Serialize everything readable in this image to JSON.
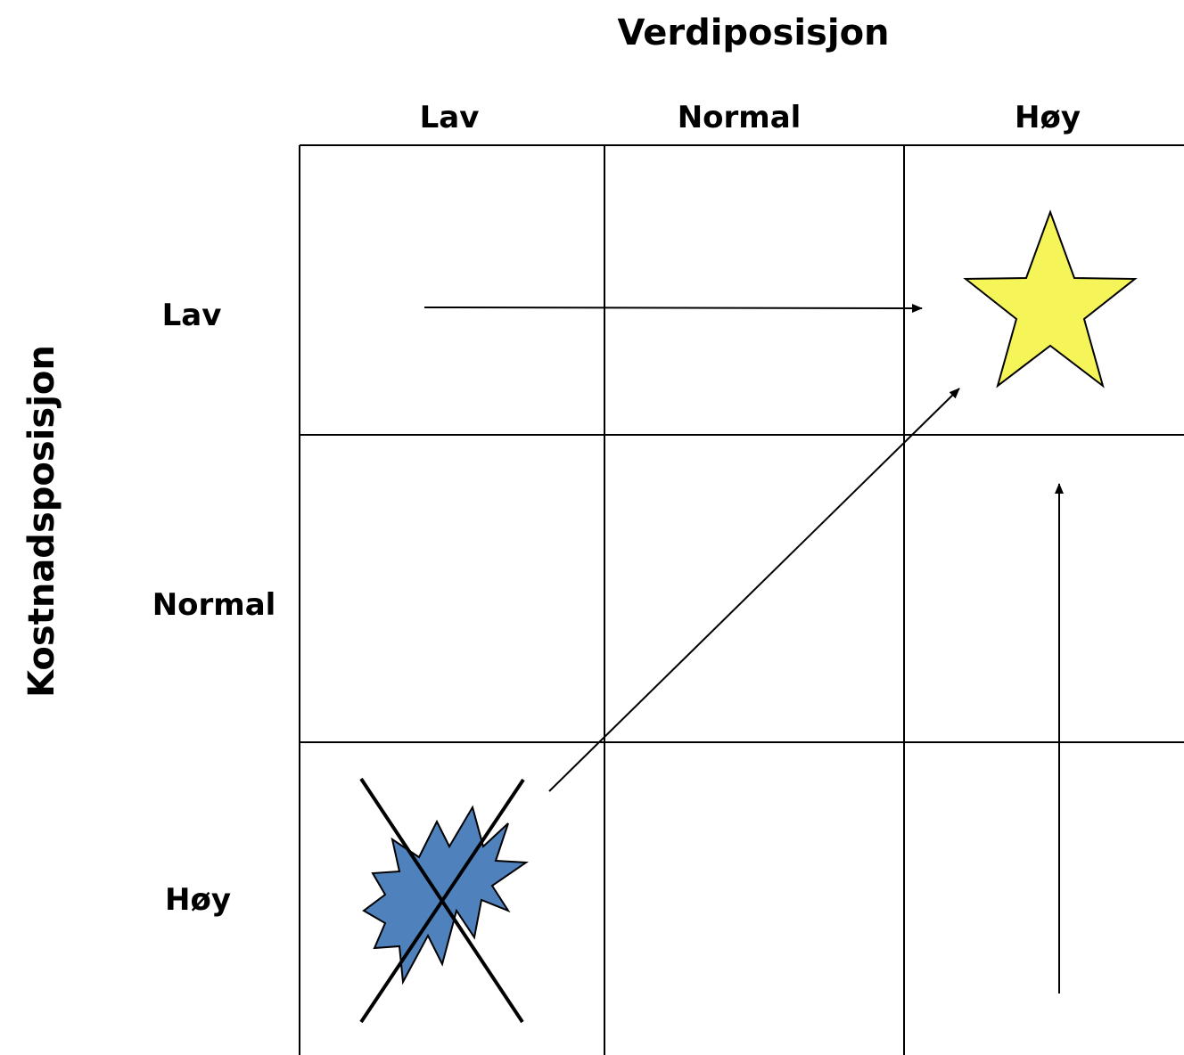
{
  "diagram": {
    "x_axis_title": "Verdiposisjon",
    "y_axis_title": "Kostnadsposisjon",
    "columns": [
      "Lav",
      "Normal",
      "Høy"
    ],
    "rows": [
      "Lav",
      "Normal",
      "Høy"
    ],
    "colors": {
      "star_fill": "#f5f55a",
      "burst_fill": "#4f81bd",
      "line": "#000000"
    },
    "icons": {
      "target_cell": "star-icon",
      "crossed_out_cell": "burst-icon"
    }
  }
}
